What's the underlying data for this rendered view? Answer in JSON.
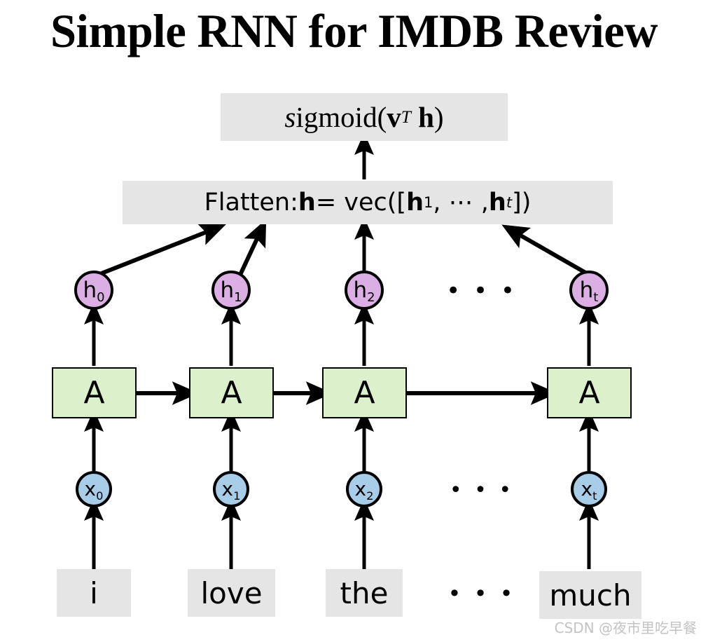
{
  "title": "Simple RNN for IMDB Review",
  "output_layer": {
    "label_plain": "sigmoid(v^T h)",
    "prefix_italic": "s",
    "rest": "igmoid(",
    "vector_v": "v",
    "superscript_T": "T",
    "vector_h": "h",
    "suffix": ")"
  },
  "flatten_layer": {
    "prefix": "Flatten: ",
    "h_bold": "h",
    "equals": " = vec([",
    "h1_bold": "h",
    "h1_sub": "1",
    "mid": ", ⋯ , ",
    "ht_bold": "h",
    "ht_sub": "t",
    "close": "])"
  },
  "hidden_states": [
    {
      "name": "h0",
      "base": "h",
      "sub": "0"
    },
    {
      "name": "h1",
      "base": "h",
      "sub": "1"
    },
    {
      "name": "h2",
      "base": "h",
      "sub": "2"
    },
    {
      "name": "ht",
      "base": "h",
      "sub": "t"
    }
  ],
  "hidden_ellipsis": "• • •",
  "cells": [
    {
      "label": "A"
    },
    {
      "label": "A"
    },
    {
      "label": "A"
    },
    {
      "label": "A"
    }
  ],
  "inputs": [
    {
      "name": "x0",
      "base": "x",
      "sub": "0"
    },
    {
      "name": "x1",
      "base": "x",
      "sub": "1"
    },
    {
      "name": "x2",
      "base": "x",
      "sub": "2"
    },
    {
      "name": "xt",
      "base": "x",
      "sub": "t"
    }
  ],
  "input_ellipsis": "• • •",
  "words": [
    {
      "text": "i"
    },
    {
      "text": "love"
    },
    {
      "text": "the"
    },
    {
      "text": "much"
    }
  ],
  "word_ellipsis": "• • •",
  "watermark": "CSDN @夜市里吃早餐",
  "colors": {
    "box_gray": "#e5e5e5",
    "cell_green": "#dcf0cb",
    "hidden_purple": "#dbaee4",
    "input_blue": "#a8cde9",
    "stroke": "#000000",
    "watermark_gray": "#c3c3c3",
    "background": "#ffffff"
  }
}
